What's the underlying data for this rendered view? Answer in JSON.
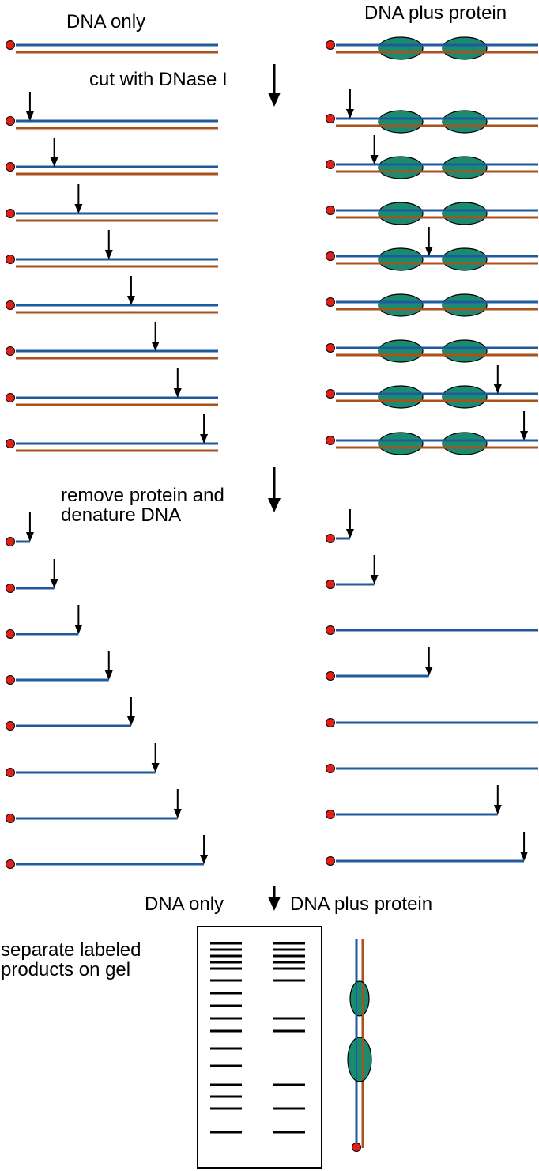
{
  "labels": {
    "dna_only_top": "DNA only",
    "dna_protein_top": "DNA plus protein",
    "step_cut": "cut with DNase I",
    "step_remove": "remove protein and\ndenature DNA",
    "dna_only_gel": "DNA only",
    "dna_protein_gel": "DNA plus protein",
    "step_gel": "separate labeled\nproducts on gel"
  },
  "colors": {
    "strand_top": "#1f5a9e",
    "strand_bottom": "#a9521c",
    "protein_fill": "#1a8a70",
    "label_dot": "#e0201a",
    "arrow": "#000000",
    "band": "#000000"
  },
  "panels": {
    "dna_only_cut_fractions": [
      0.07,
      0.19,
      0.31,
      0.46,
      0.57,
      0.69,
      0.8,
      0.93
    ],
    "dna_protein_cut_fractions": [
      0.07,
      0.19,
      null,
      0.46,
      null,
      null,
      0.8,
      0.93
    ],
    "protein_count": 2
  },
  "gel": {
    "lanes": [
      "DNA only",
      "DNA plus protein"
    ],
    "dna_only_bands": 16,
    "dna_protein_bands": 11
  }
}
